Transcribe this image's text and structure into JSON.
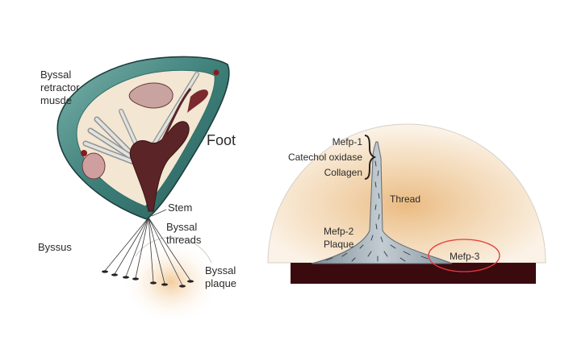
{
  "mussel": {
    "retractor_line1": "Byssal",
    "retractor_line2": "retractor",
    "retractor_line3": "musde",
    "foot": "Foot",
    "stem": "Stem",
    "threads_line1": "Byssal",
    "threads_line2": "threads",
    "byssus": "Byssus",
    "plaque_line1": "Byssal",
    "plaque_line2": "plaque"
  },
  "thread_detail": {
    "mefp1": "Mefp-1",
    "catechol": "Catechol oxidase",
    "collagen": "Collagen",
    "thread": "Thread",
    "mefp2": "Mefp-2",
    "plaque": "Plaque",
    "mefp3": "Mefp-3"
  },
  "colors": {
    "shell_teal": "#2f6f6b",
    "body_cream": "#f3e6d2",
    "muscle_brown": "#5b2426",
    "substrate": "#3a0a0e",
    "glow": "#e8b87a",
    "highlight_ring": "#e23a3a",
    "thread_grey": "#9aa6ae"
  }
}
